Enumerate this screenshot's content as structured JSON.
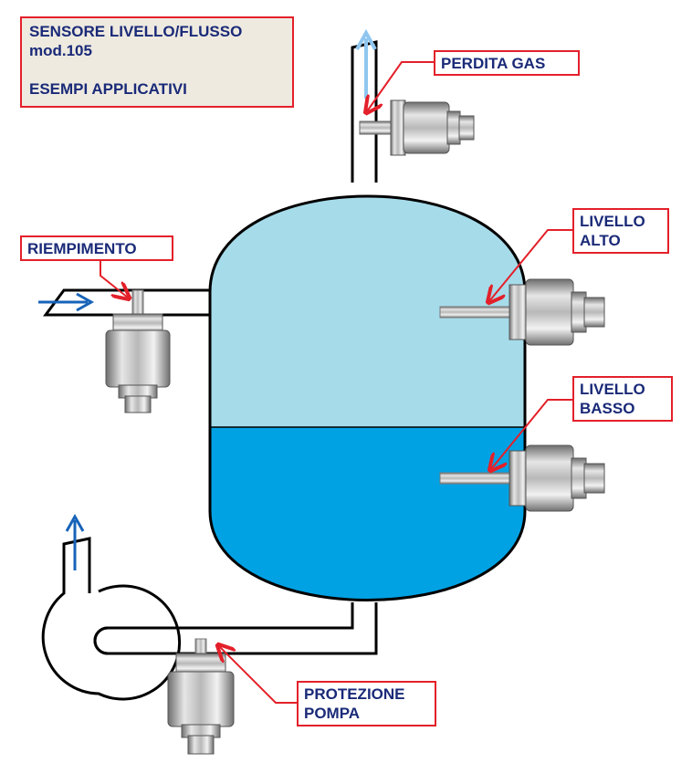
{
  "title": {
    "line1": "SENSORE LIVELLO/FLUSSO",
    "line2": "mod.105",
    "line3": "ESEMPI APPLICATIVI"
  },
  "labels": {
    "perdita_gas": "PERDITA GAS",
    "riempimento": "RIEMPIMENTO",
    "livello_alto_l1": "LIVELLO",
    "livello_alto_l2": "ALTO",
    "livello_basso_l1": "LIVELLO",
    "livello_basso_l2": "BASSO",
    "protezione_pompa_l1": "PROTEZIONE",
    "protezione_pompa_l2": "POMPA"
  },
  "colors": {
    "label_border": "#e3202a",
    "label_text": "#1a2a78",
    "title_bg": "#eeeae0",
    "gas_fill": "#a6dbea",
    "liquid_fill": "#00a2e4",
    "arrow_light": "#8fc6f0",
    "arrow_dark": "#1763b8",
    "leader": "#e3202a"
  }
}
